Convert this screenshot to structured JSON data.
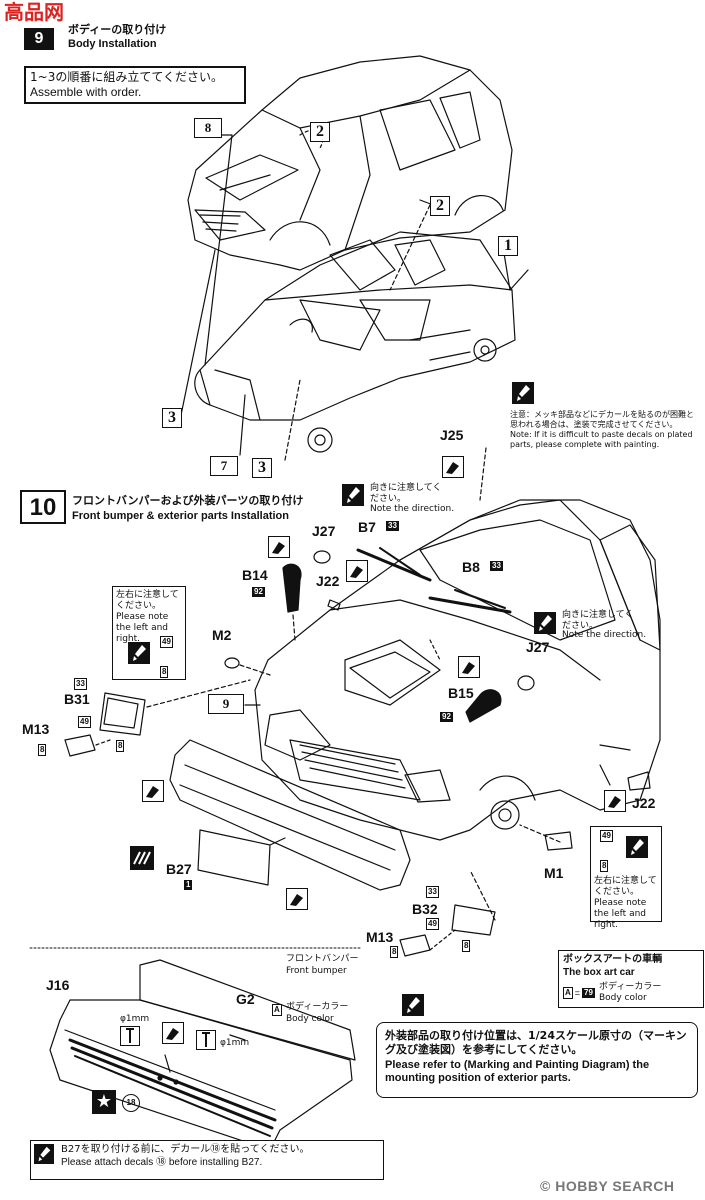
{
  "watermark_top": "高品网",
  "step9": {
    "number": "9",
    "title_jp": "ボディーの取り付け",
    "title_en": "Body Installation",
    "note_jp": "1~3の順番に組み立ててください。",
    "note_en": "Assemble with order.",
    "part_body": "8",
    "part_chassis": "7",
    "seq1": "1",
    "seq2a": "2",
    "seq2b": "2",
    "seq3a": "3",
    "seq3b": "3"
  },
  "chrome_note": {
    "jp": "注意：メッキ部品などにデカールを貼るのが困難と思われる場合は、塗装で完成させてください。",
    "en": "Note: If it is difficult to paste decals on plated parts, please complete with painting."
  },
  "step10": {
    "number": "10",
    "title_jp": "フロントバンパーおよび外装パーツの取り付け",
    "title_en": "Front bumper & exterior parts Installation",
    "body_part": "9",
    "parts": {
      "J25": "J25",
      "J27a": "J27",
      "J27b": "J27",
      "B7": "B7",
      "B7_color": "33",
      "B8": "B8",
      "B8_color": "33",
      "B14": "B14",
      "B14_color": "92",
      "J22a": "J22",
      "J22b": "J22",
      "B15": "B15",
      "B15_color": "92",
      "M2": "M2",
      "M2_color_a": "49",
      "M2_color_b": "8",
      "B31": "B31",
      "B31_color": "33",
      "B31_color_b": "8",
      "M13a": "M13",
      "M13a_color_a": "49",
      "M13a_color_b": "8",
      "B27": "B27",
      "B27_decal": "1",
      "M1": "M1",
      "M1_color_a": "49",
      "M1_color_b": "8",
      "B32": "B32",
      "B32_color": "33",
      "B32_color_b": "8",
      "M13b": "M13",
      "M13b_color_a": "49",
      "M13b_color_b": "8"
    },
    "direction_note_jp": "向きに注意してください。",
    "direction_note_en": "Note the direction.",
    "lr_note_jp": "左右に注意してください。",
    "lr_note_en": "Please note the left and right."
  },
  "box_art": {
    "title_jp": "ボックスアートの車輌",
    "title_en": "The box art car",
    "code_letter": "A",
    "code_num": "79",
    "color_jp": "ボディーカラー",
    "color_en": "Body color"
  },
  "bumper_detail": {
    "title_jp": "フロントバンパー",
    "title_en": "Front bumper",
    "J16": "J16",
    "G2": "G2",
    "drill1": "φ1mm",
    "drill2": "φ1mm",
    "color_letter": "A",
    "color_jp": "ボディーカラー",
    "color_en": "Body color",
    "decal": "18"
  },
  "mounting_note": {
    "jp": "外装部品の取り付け位置は、1/24スケール原寸の（マーキング及び塗装図）を参考にしてください。",
    "en": "Please refer to (Marking and Painting Diagram) the mounting position of exterior parts."
  },
  "decal_note": {
    "jp": "B27を取り付ける前に、デカール⑱を貼ってください。",
    "en": "Please attach decals ⑱ before installing B27."
  },
  "footer": {
    "copyright": "© HOBBY SEARCH",
    "brand": "HOBBY SEARCH"
  }
}
